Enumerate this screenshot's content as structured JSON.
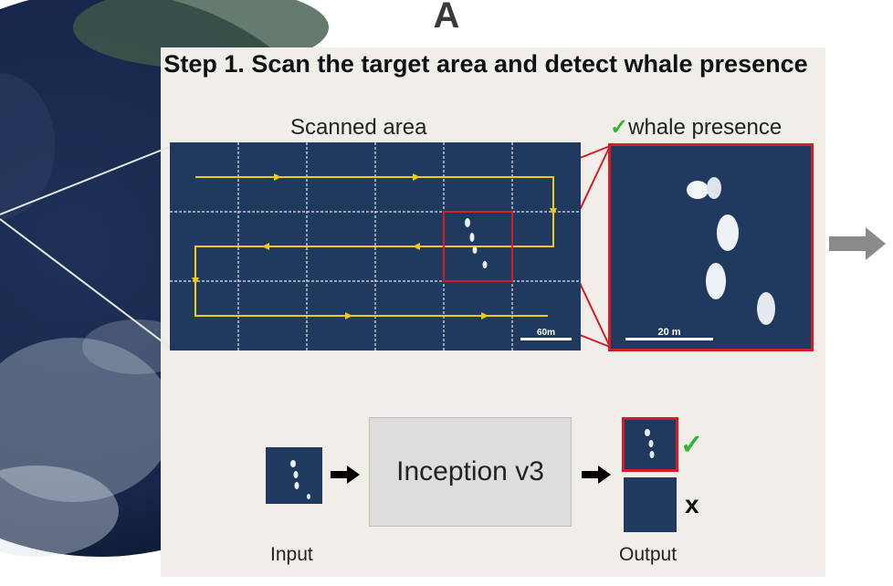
{
  "panel_letter": "A",
  "step_title": "Step 1. Scan the target area and detect whale presence",
  "scanned_area_label": "Scanned area",
  "whale_presence_label": "whale presence",
  "check_symbol": "✓",
  "scan_scale_label": "60m",
  "zoom_scale_label": "20 m",
  "model_label": "Inception v3",
  "input_label": "Input",
  "output_label": "Output",
  "x_symbol": "x",
  "grid": {
    "rows": 3,
    "cols": 6
  },
  "colors": {
    "ocean": "#1f3a5e",
    "path": "#f2c81c",
    "highlight": "#d21f26",
    "check": "#2db82d",
    "panel": "#f1eeea",
    "arrow_gray": "#8a8a8a"
  }
}
